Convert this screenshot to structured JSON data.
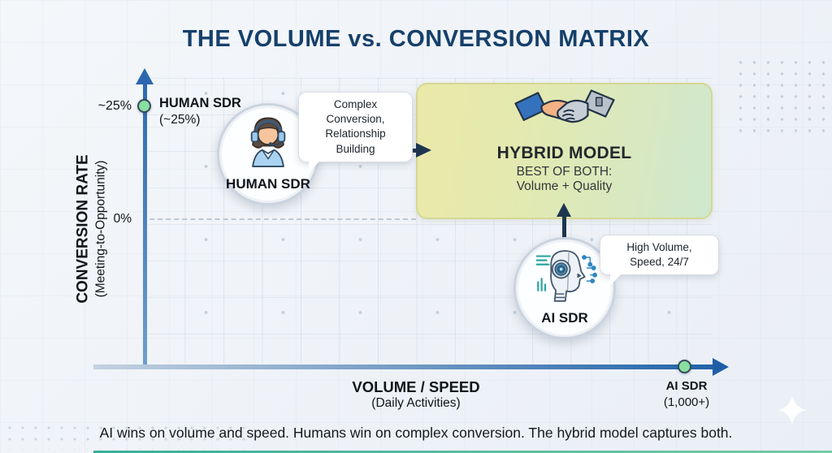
{
  "title": "THE VOLUME vs. CONVERSION MATRIX",
  "y_axis": {
    "label": "CONVERSION RATE",
    "sublabel": "(Meeting-to-Opportunity)",
    "tick_25": "~25%",
    "tick_0": "0%"
  },
  "x_axis": {
    "label": "VOLUME / SPEED",
    "sublabel": "(Daily Activities)",
    "end_label": "AI SDR",
    "end_sublabel": "(1,000+)"
  },
  "human": {
    "point_label": "HUMAN SDR",
    "point_sublabel": "(~25%)",
    "circle_label": "HUMAN SDR",
    "bubble": {
      "line1": "Complex Conversion,",
      "line2": "Relationship Building"
    }
  },
  "ai": {
    "circle_label": "AI SDR",
    "bubble": {
      "line1": "High Volume,",
      "line2": "Speed, 24/7"
    }
  },
  "hybrid": {
    "title": "HYBRID MODEL",
    "subtitle": "BEST OF BOTH:",
    "detail": "Volume + Quality"
  },
  "caption": "AI wins on volume and speed. Humans win on complex conversion. The hybrid model captures both.",
  "colors": {
    "title_navy": "#16406b",
    "axis_blue": "#2a6ab2",
    "arrow_dark": "#1d3550",
    "point_green": "#88dfa0",
    "hybrid_yellow": "#ebe9a8",
    "hybrid_green": "#cfe8ce",
    "background": "#f2f5f9"
  },
  "chart_data": {
    "type": "scatter",
    "title": "THE VOLUME vs. CONVERSION MATRIX",
    "xlabel": "VOLUME / SPEED (Daily Activities)",
    "ylabel": "CONVERSION RATE (Meeting-to-Opportunity)",
    "y_ticks": [
      "0%",
      "~25%"
    ],
    "x_end_marker": "AI SDR (1,000+)",
    "points": [
      {
        "name": "HUMAN SDR",
        "volume": "low",
        "conversion": "~25%",
        "annotation": "Complex Conversion, Relationship Building"
      },
      {
        "name": "AI SDR",
        "volume": "1,000+ daily activities",
        "conversion": "low",
        "annotation": "High Volume, Speed, 24/7"
      }
    ],
    "regions": [
      {
        "name": "HYBRID MODEL",
        "note": "BEST OF BOTH: Volume + Quality",
        "position": "high volume and high conversion quadrant"
      }
    ],
    "grid": "faint dotted",
    "legend_position": "none"
  }
}
